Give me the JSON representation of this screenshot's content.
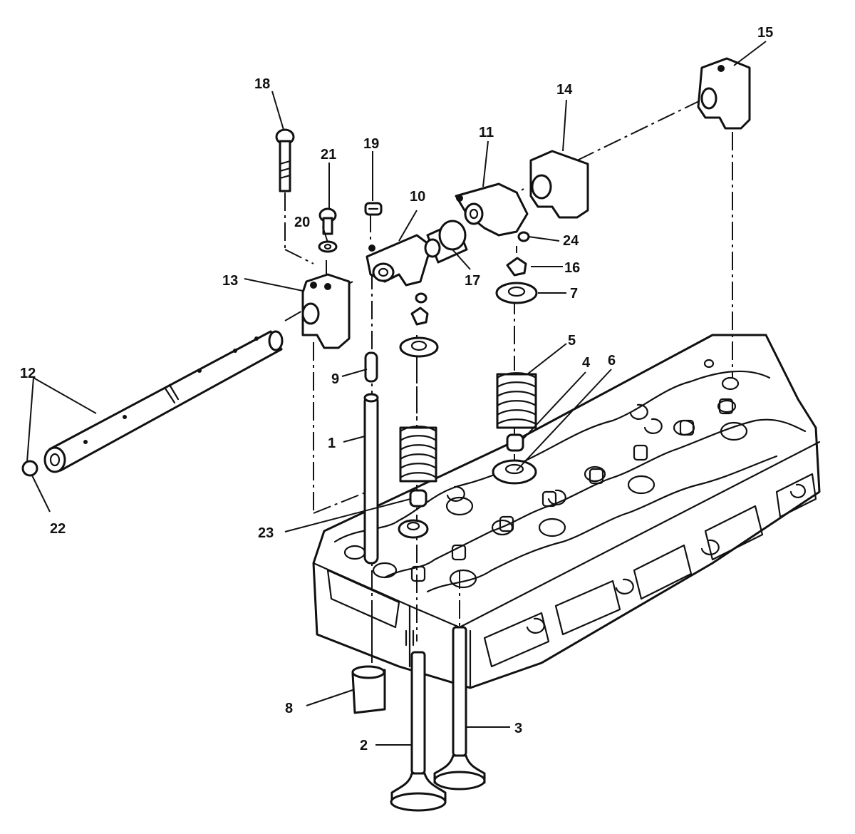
{
  "callouts": {
    "c1": "1",
    "c2": "2",
    "c3": "3",
    "c4": "4",
    "c5": "5",
    "c6": "6",
    "c7": "7",
    "c8": "8",
    "c9": "9",
    "c10": "10",
    "c11": "11",
    "c12": "12",
    "c13": "13",
    "c14": "14",
    "c15": "15",
    "c16": "16",
    "c17": "17",
    "c18": "18",
    "c19": "19",
    "c20": "20",
    "c21": "21",
    "c22": "22",
    "c23": "23",
    "c24": "24"
  },
  "colors": {
    "ink": "#111111",
    "paper": "#ffffff"
  }
}
